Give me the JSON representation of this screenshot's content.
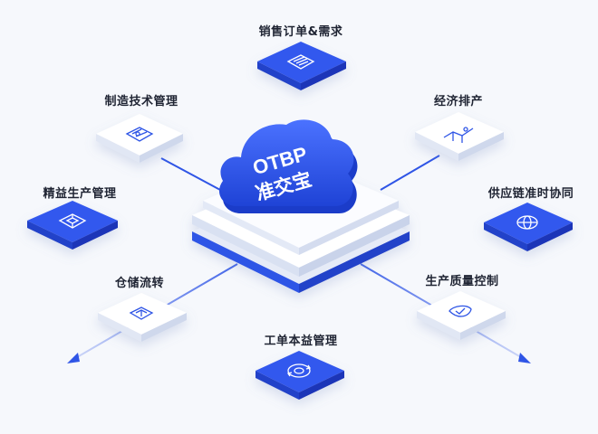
{
  "center": {
    "line1": "OTBP",
    "line2": "准交宝"
  },
  "modules": {
    "sales_orders": {
      "label": "销售订单&需求",
      "icon": "document-list-icon",
      "style": "blue"
    },
    "mfg_tech": {
      "label": "制造技术管理",
      "icon": "blueprint-icon",
      "style": "white"
    },
    "economic_scheduling": {
      "label": "经济排产",
      "icon": "chart-hand-icon",
      "style": "white"
    },
    "lean_production": {
      "label": "精益生产管理",
      "icon": "cube-icon",
      "style": "blue"
    },
    "supply_chain": {
      "label": "供应链准时协同",
      "icon": "globe-icon",
      "style": "blue"
    },
    "warehousing": {
      "label": "仓储流转",
      "icon": "box-flow-icon",
      "style": "white"
    },
    "quality_control": {
      "label": "生产质量控制",
      "icon": "shield-icon",
      "style": "white"
    },
    "work_order_cost": {
      "label": "工单本益管理",
      "icon": "cycle-gear-icon",
      "style": "blue"
    }
  },
  "colors": {
    "blue": "#2c4ee0",
    "blue_dark": "#1c35b8",
    "white_top": "#ffffff",
    "white_side": "#dfe6f3",
    "line": "#2f55e6"
  }
}
